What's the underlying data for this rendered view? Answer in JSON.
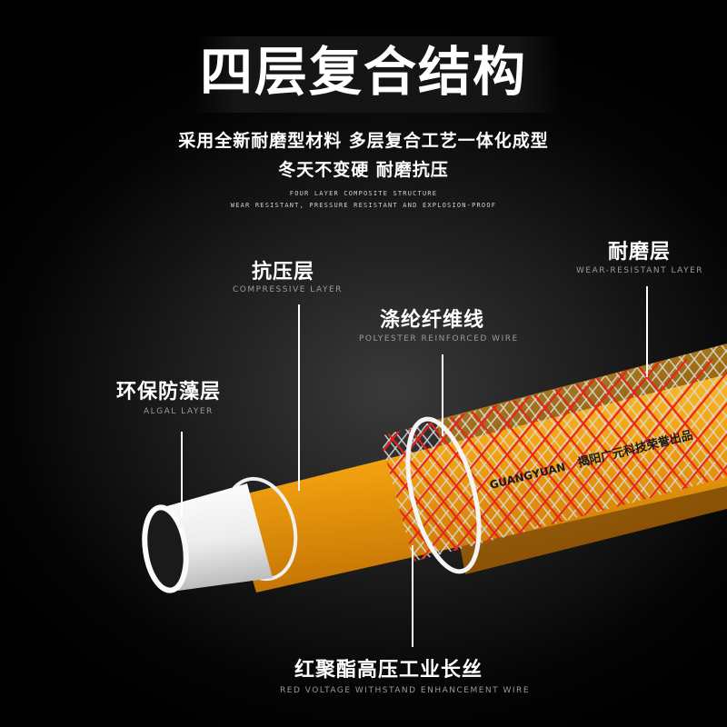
{
  "title": "四层复合结构",
  "subtitle_line1": "采用全新耐磨型材料 多层复合工艺一体化成型",
  "subtitle_line2": "冬天不变硬 耐磨抗压",
  "tiny_line1": "FOUR LAYER COMPOSITE STRUCTURE",
  "tiny_line2": "WEAR RESISTANT, PRESSURE RESISTANT AND EXPLOSION-PROOF",
  "labels": {
    "algal": {
      "cn": "环保防藻层",
      "en": "ALGAL LAYER"
    },
    "compressive": {
      "cn": "抗压层",
      "en": "COMPRESSIVE LAYER"
    },
    "polyester": {
      "cn": "涤纶纤维线",
      "en": "POLYESTER REINFORCED WIRE"
    },
    "wear": {
      "cn": "耐磨层",
      "en": "WEAR-RESISTANT LAYER"
    },
    "red_wire": {
      "cn": "红聚酯高压工业长丝",
      "en": "RED VOLTAGE WITHSTAND ENHANCEMENT WIRE"
    }
  },
  "hose_print": {
    "brand": "GUANGYUAN",
    "text": "揭阳广元科技荣誉出品"
  },
  "colors": {
    "hose_yellow": "#f2a20f",
    "wire_red": "#e8231a",
    "inner_white": "#f4f4f4"
  }
}
